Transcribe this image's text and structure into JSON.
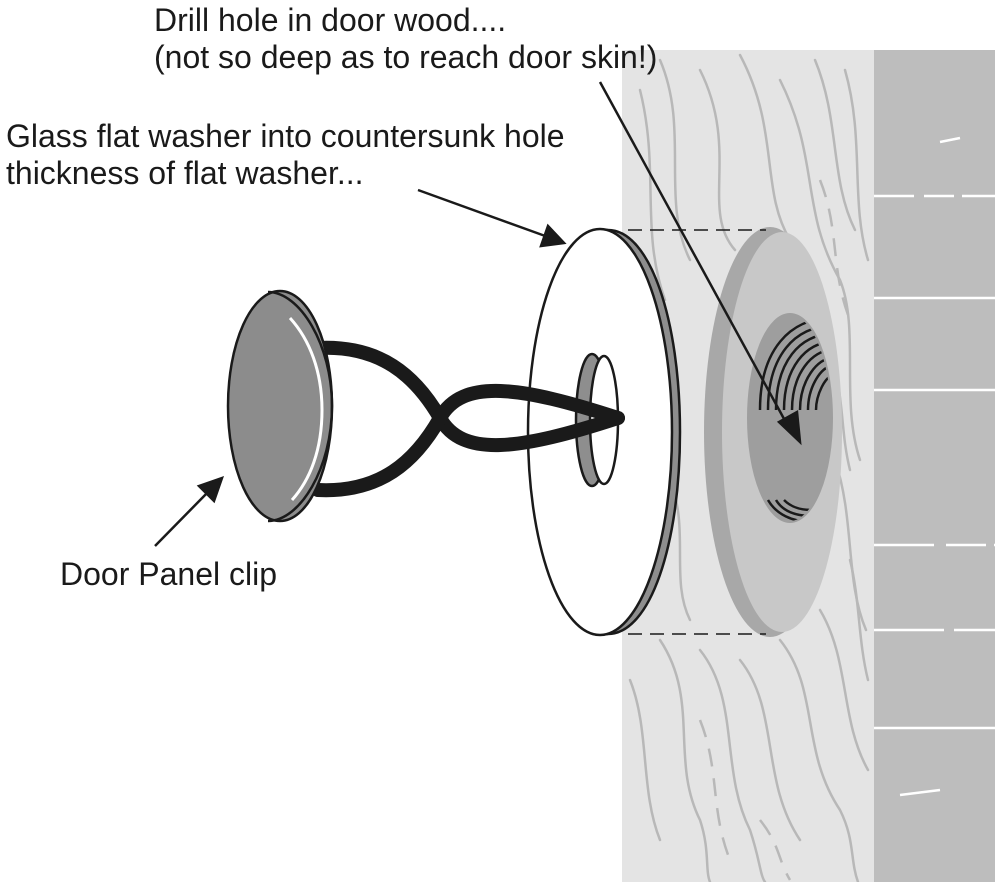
{
  "labels": {
    "drill_line1": "Drill hole in door wood....",
    "drill_line2": "(not so deep as to reach door skin!)",
    "washer_line1": "Glass flat washer into countersunk hole",
    "washer_line2": "thickness of flat washer...",
    "clip": "Door Panel clip"
  },
  "colors": {
    "wood": "#e4e4e4",
    "grain": "#b8b8b8",
    "door_skin": "#bdbdbd",
    "countersink": "#c8c8c8",
    "hole": "#9e9e9e",
    "washer": "#ffffff",
    "washer_edge": "#8e8e8e",
    "clip_head": "#8c8c8c",
    "clip_wire": "#1a1a1a",
    "outline": "#1a1a1a"
  }
}
